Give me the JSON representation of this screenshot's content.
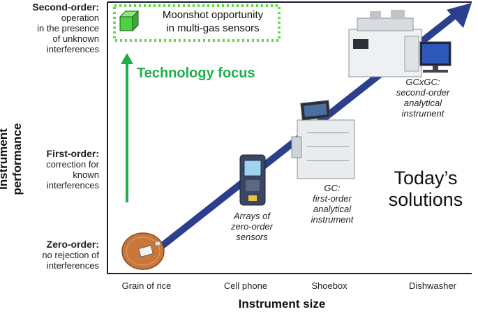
{
  "axes": {
    "y_label": "Instrument performance",
    "x_label": "Instrument size"
  },
  "y_levels": [
    {
      "level": "Second-order:",
      "description": "operation\nin the presence\nof unknown\ninterferences"
    },
    {
      "level": "First-order:",
      "description": "correction for\nknown\ninterferences"
    },
    {
      "level": "Zero-order:",
      "description": "no rejection of\ninterferences"
    }
  ],
  "x_ticks": [
    "Grain of rice",
    "Cell phone",
    "Shoebox",
    "Dishwasher"
  ],
  "moonshot": {
    "text": "Moonshot opportunity\nin multi-gas sensors"
  },
  "technology_focus": "Technology focus",
  "todays_solutions": "Today’s\nsolutions",
  "captions": [
    {
      "text": "Arrays of\nzero-order\nsensors"
    },
    {
      "text": "GC:\nfirst-order\nanalytical\ninstrument"
    },
    {
      "text": "GCxGC:\nsecond-order\nanalytical\ninstrument"
    }
  ],
  "colors": {
    "trend_arrow": "#2b3f8c",
    "focus_green": "#1fae4b",
    "dotted_box": "#5fdc3c",
    "axis_frame": "#1a1a3a"
  }
}
